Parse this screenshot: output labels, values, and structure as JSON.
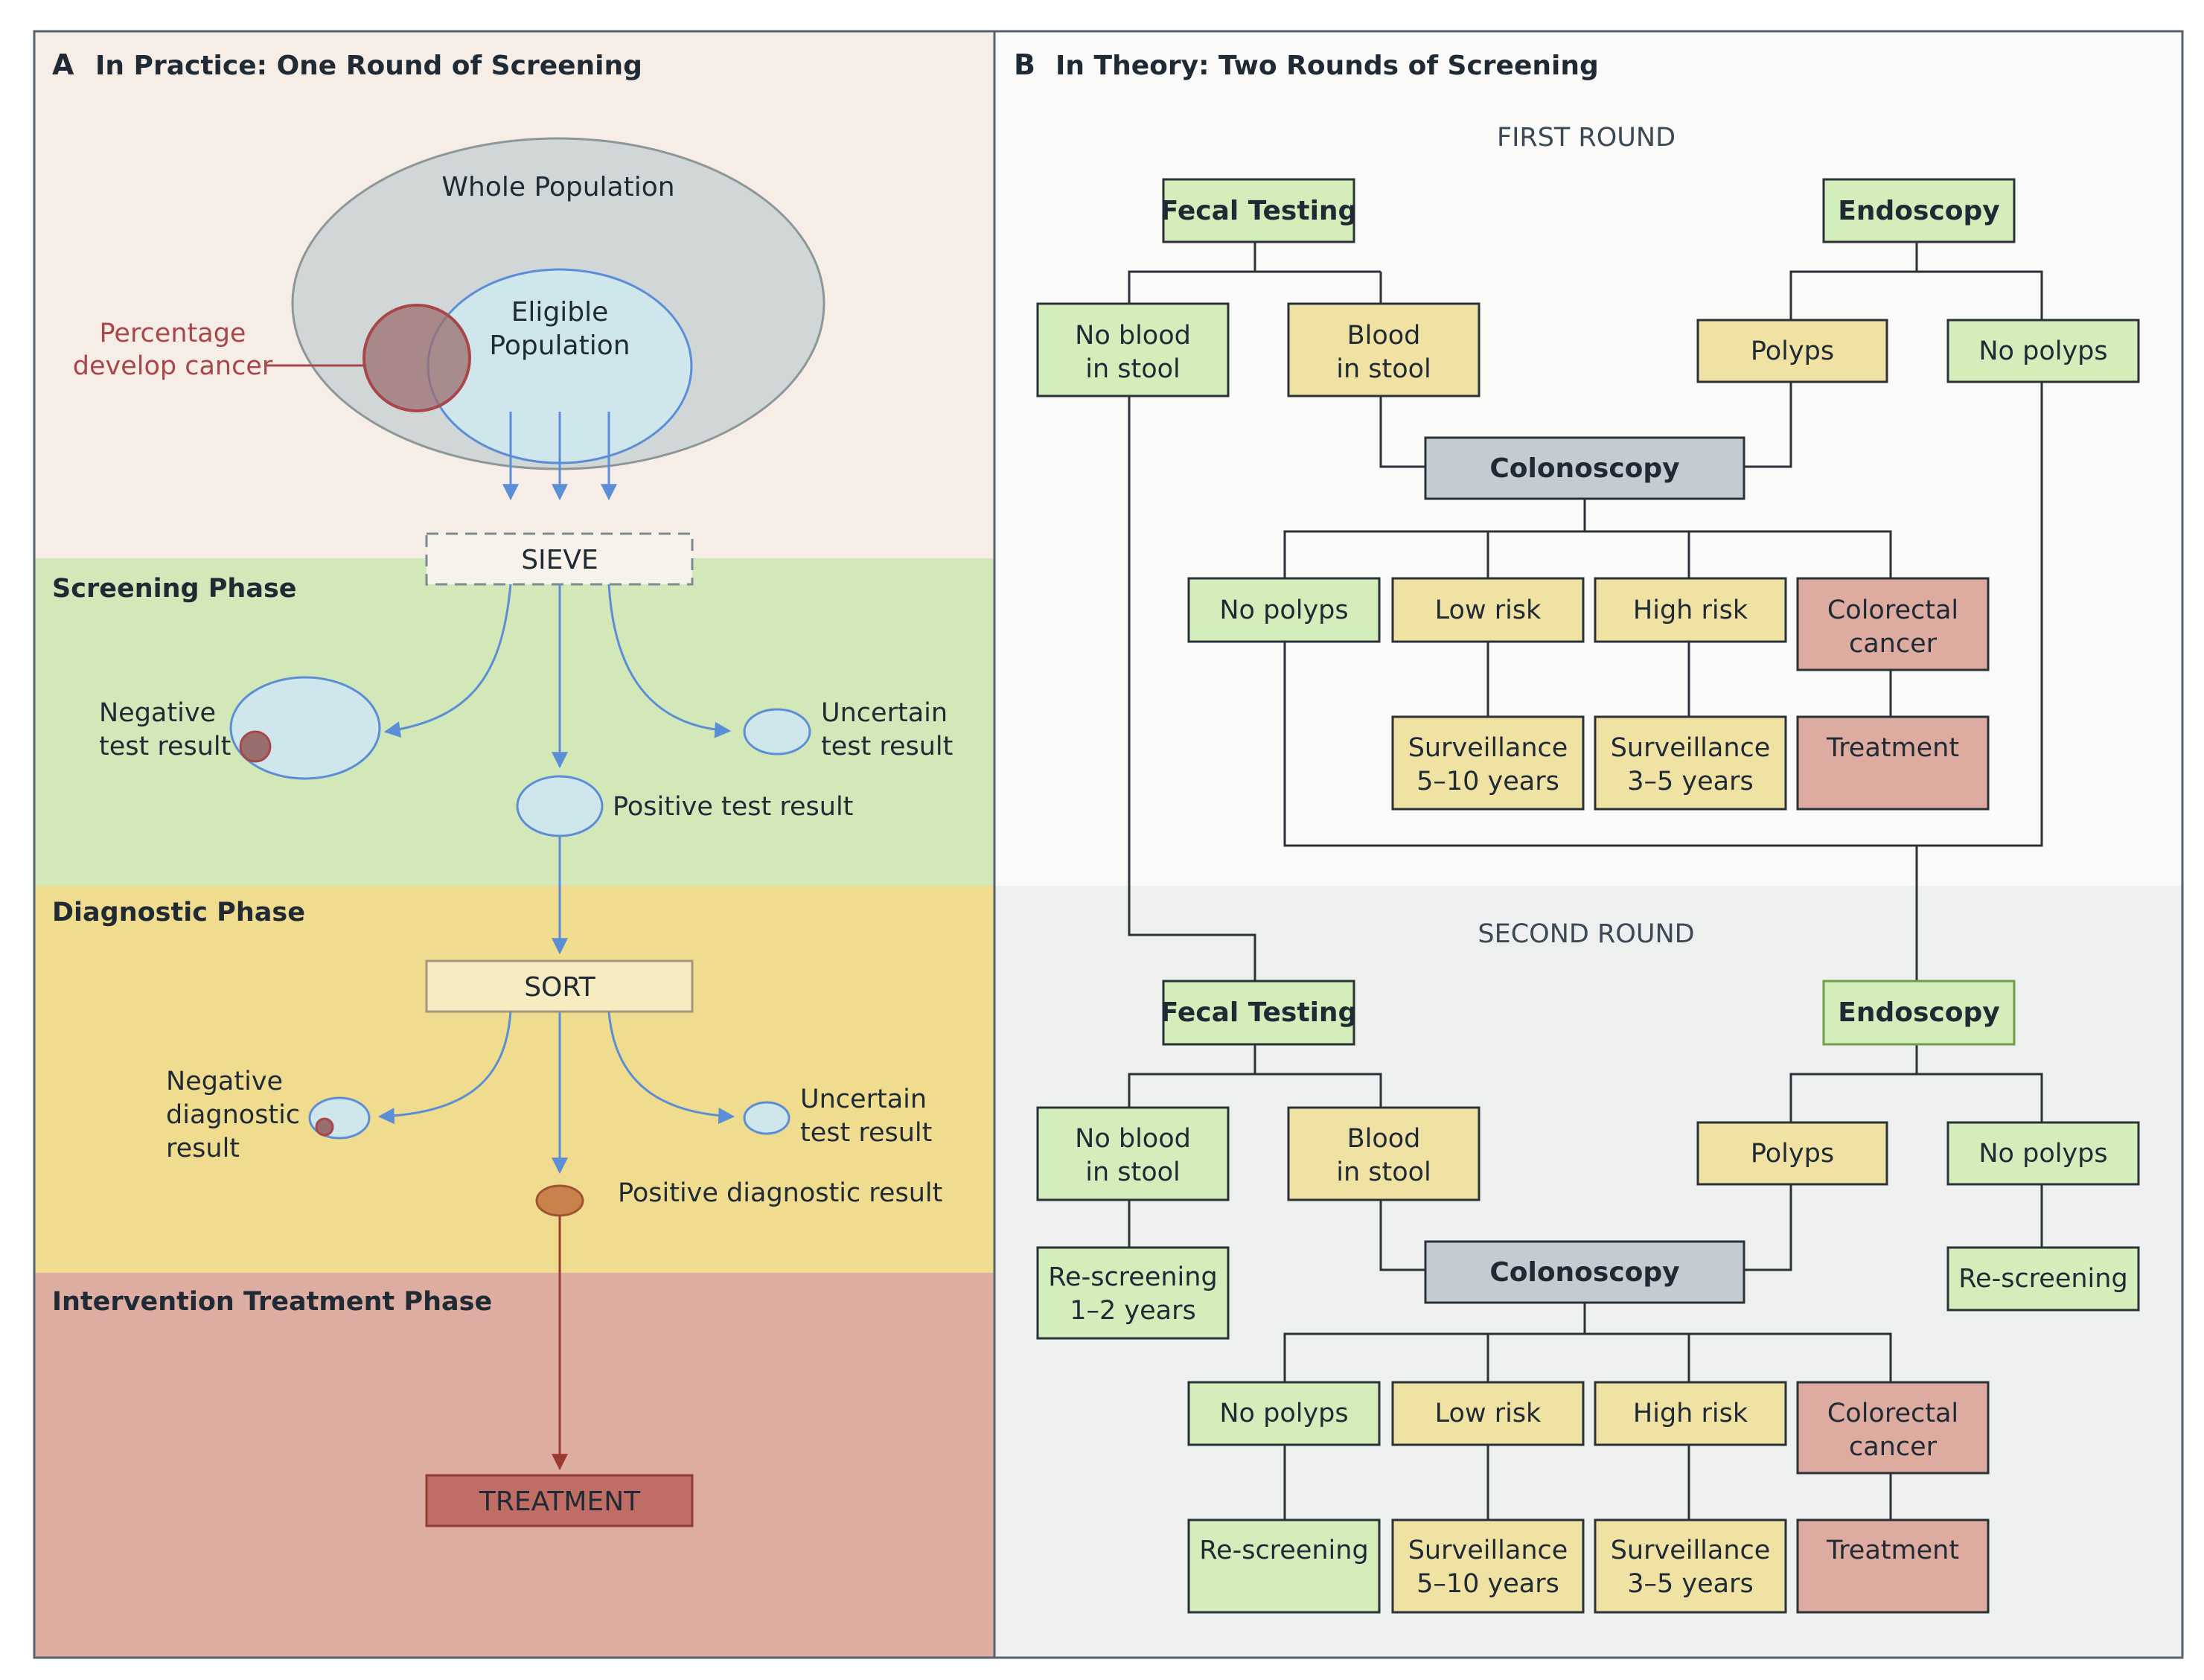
{
  "panel_a": {
    "letter": "A",
    "title": "In Practice: One Round of Screening",
    "whole_population": "Whole Population",
    "eligible_line1": "Eligible",
    "eligible_line2": "Population",
    "pct_line1": "Percentage",
    "pct_line2": "develop cancer",
    "sieve": "SIEVE",
    "screening_phase": "Screening Phase",
    "neg_test_line1": "Negative",
    "neg_test_line2": "test result",
    "uncertain_test_line1": "Uncertain",
    "uncertain_test_line2": "test result",
    "positive_test": "Positive test result",
    "diagnostic_phase": "Diagnostic Phase",
    "sort": "SORT",
    "neg_diag_line1": "Negative",
    "neg_diag_line2": "diagnostic",
    "neg_diag_line3": "result",
    "uncertain_diag_line1": "Uncertain",
    "uncertain_diag_line2": "test result",
    "positive_diag": "Positive diagnostic result",
    "intervention_phase": "Intervention Treatment Phase",
    "treatment": "TREATMENT"
  },
  "panel_b": {
    "letter": "B",
    "title": "In Theory: Two Rounds of Screening",
    "first_round": "FIRST ROUND",
    "second_round": "SECOND ROUND",
    "fecal_testing": "Fecal Testing",
    "endoscopy": "Endoscopy",
    "no_blood_line1": "No blood",
    "no_blood_line2": "in stool",
    "blood_line1": "Blood",
    "blood_line2": "in stool",
    "polyps": "Polyps",
    "no_polyps": "No polyps",
    "colonoscopy": "Colonoscopy",
    "low_risk": "Low risk",
    "high_risk": "High risk",
    "crc_line1": "Colorectal",
    "crc_line2": "cancer",
    "surv1_line1": "Surveillance",
    "surv1_line2": "5–10 years",
    "surv2_line1": "Surveillance",
    "surv2_line2": "3–5 years",
    "treatment": "Treatment",
    "rescreen_12_line1": "Re-screening",
    "rescreen_12_line2": "1–2 years",
    "rescreening": "Re-screening"
  },
  "colors": {
    "panel_a_top": "#f5ede6",
    "screening_band": "#d3e8b8",
    "diagnostic_band": "#f0dc8e",
    "intervention_band": "#ddada2",
    "panel_b_top": "#fafaf9",
    "panel_b_bottom": "#eef0f0",
    "green_box": "#d3edbb",
    "yellow_box": "#f0e2a2",
    "gray_box": "#c4cbd1",
    "red_box": "#ddab9f",
    "blue_line": "#5b8ed6",
    "cancer_red": "#a7474a"
  }
}
